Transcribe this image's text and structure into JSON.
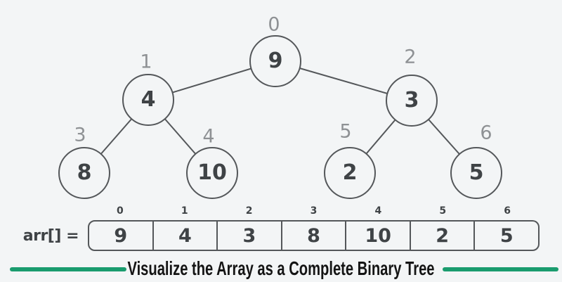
{
  "tree": {
    "nodes": [
      {
        "index": "0",
        "value": "9"
      },
      {
        "index": "1",
        "value": "4"
      },
      {
        "index": "2",
        "value": "3"
      },
      {
        "index": "3",
        "value": "8"
      },
      {
        "index": "4",
        "value": "10"
      },
      {
        "index": "5",
        "value": "2"
      },
      {
        "index": "6",
        "value": "5"
      }
    ]
  },
  "array": {
    "label": "arr[] =",
    "cells": [
      {
        "index": "0",
        "value": "9"
      },
      {
        "index": "1",
        "value": "4"
      },
      {
        "index": "2",
        "value": "3"
      },
      {
        "index": "3",
        "value": "8"
      },
      {
        "index": "4",
        "value": "10"
      },
      {
        "index": "5",
        "value": "2"
      },
      {
        "index": "6",
        "value": "5"
      }
    ]
  },
  "caption": {
    "text": "Visualize the Array as a Complete Binary Tree"
  },
  "colors": {
    "background": "#f3f5f6",
    "stroke_gray": "#54575a",
    "text_dark": "#3f4346",
    "index_gray": "#8e9194",
    "accent_green": "#1a9c6e",
    "caption_text": "#141414"
  }
}
